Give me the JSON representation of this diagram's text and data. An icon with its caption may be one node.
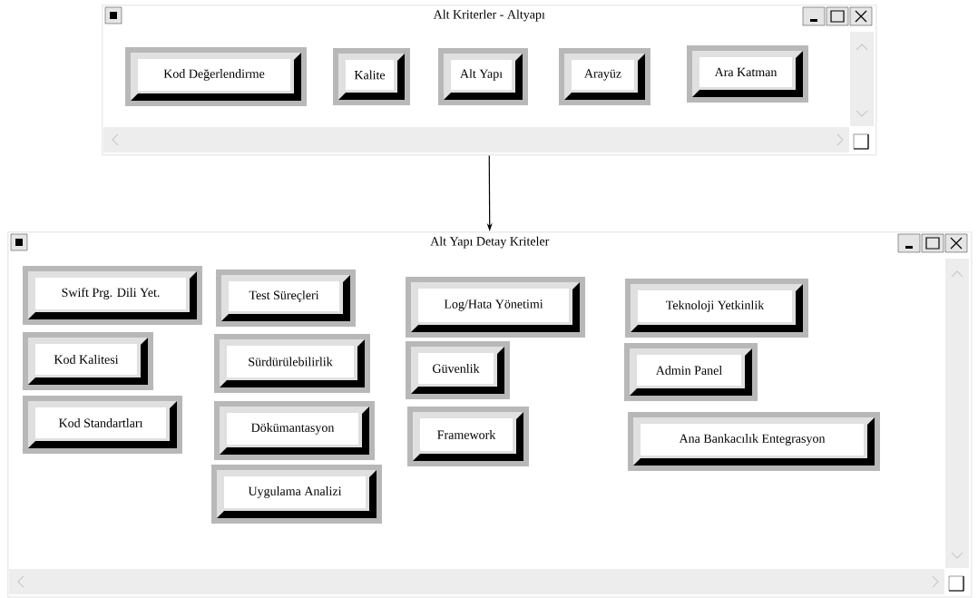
{
  "diagram": {
    "nodes": [
      {
        "text": [
          "Alt Kriterler - Altyapı"
        ]
      },
      {
        "text": [
          "Kod Değerlendirme"
        ],
        "in": 0
      },
      {
        "text": [
          "Kalite"
        ],
        "in": 0
      },
      {
        "text": [
          "Alt Yapı"
        ],
        "in": 0
      },
      {
        "text": [
          "Arayüz"
        ],
        "in": 0
      },
      {
        "text": [
          "Ara Katman"
        ],
        "in": 0
      },
      {
        "text": [
          "Alt Yapı Detay Kriteler"
        ]
      },
      {
        "text": [
          "Swift Prg. Dili Yet."
        ],
        "in": 6
      },
      {
        "text": [
          "Test Süreçleri"
        ],
        "in": 6
      },
      {
        "text": [
          "Log/Hata Yönetimi"
        ],
        "in": 6
      },
      {
        "text": [
          "Teknoloji Yetkinlik"
        ],
        "in": 6
      },
      {
        "text": [
          "Kod Kalitesi"
        ],
        "in": 6
      },
      {
        "text": [
          "Sürdürülebilirlik"
        ],
        "in": 6
      },
      {
        "text": [
          "Güvenlik"
        ],
        "in": 6
      },
      {
        "text": [
          "Admin Panel"
        ],
        "in": 6
      },
      {
        "text": [
          "Kod Standartları"
        ],
        "in": 6
      },
      {
        "text": [
          "Dökümantasyon"
        ],
        "in": 6
      },
      {
        "text": [
          "Framework"
        ],
        "in": 6
      },
      {
        "text": [
          "Ana Bankacılık Entegrasyon"
        ],
        "in": 6
      },
      {
        "text": [
          "Uygulama Analizi"
        ],
        "in": 6
      }
    ],
    "edges": [
      {
        "from": 0,
        "to": 6,
        "arrow": "to"
      }
    ]
  }
}
